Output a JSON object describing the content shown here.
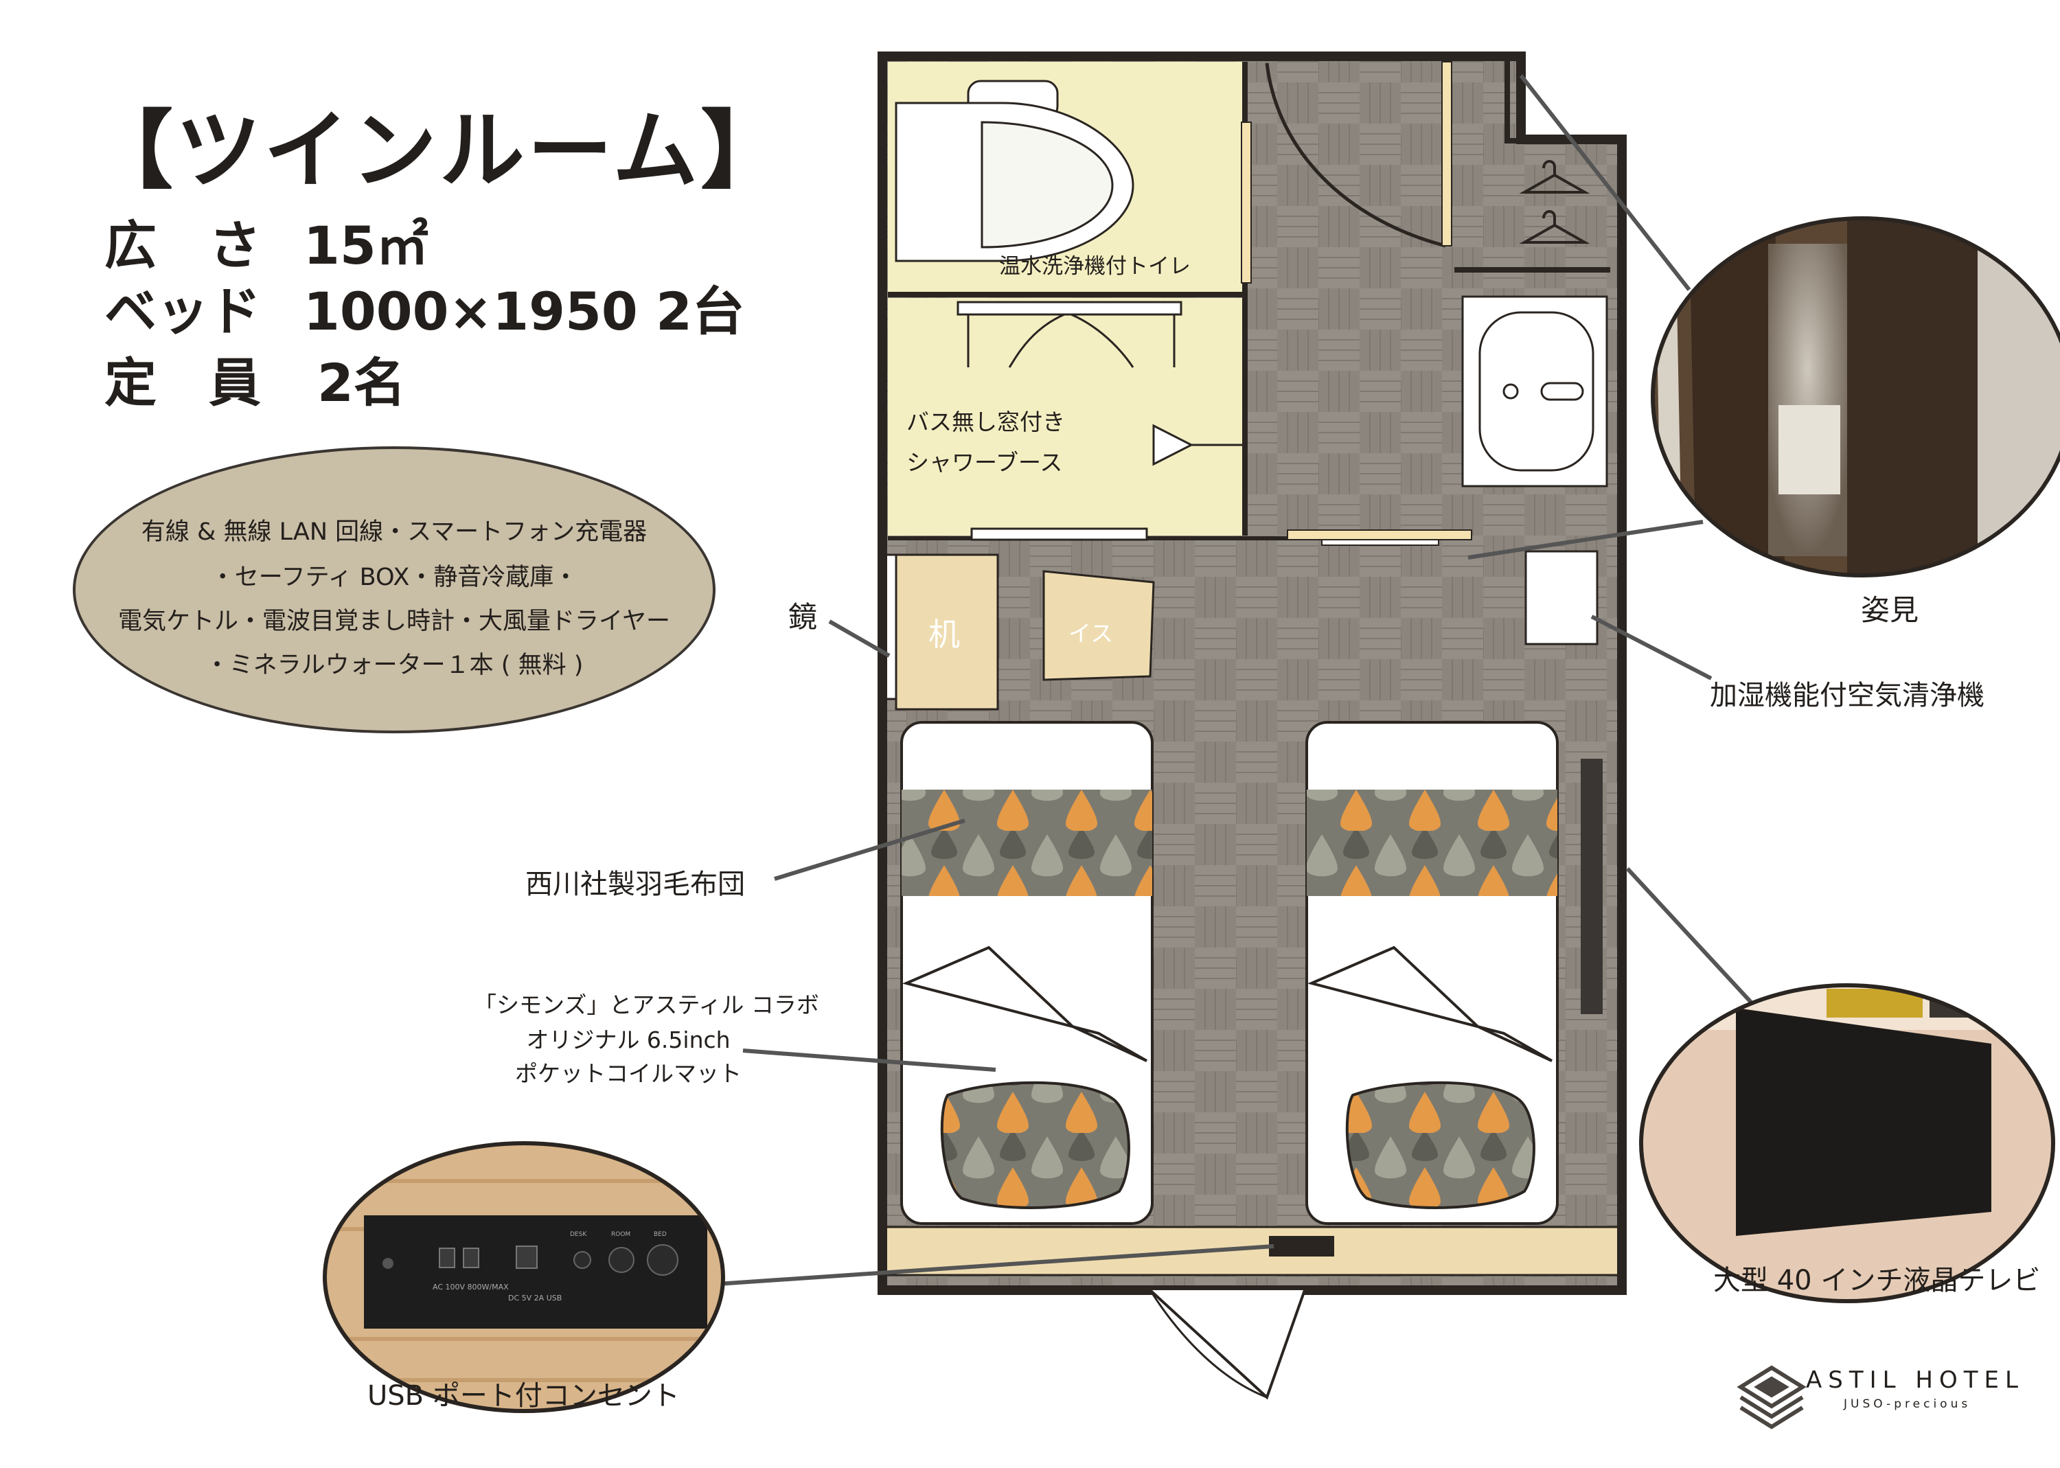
{
  "header": {
    "title": "【ツインルーム】",
    "specs": [
      {
        "label": "広　さ",
        "value": "15㎡"
      },
      {
        "label": "ベッド",
        "value": "1000×1950 2台"
      },
      {
        "label": "定　員",
        "value": "2名"
      }
    ]
  },
  "amenities": [
    "有線 & 無線 LAN 回線・スマートフォン充電器",
    "・セーフティ BOX・静音冷蔵庫・",
    "電気ケトル・電波目覚まし時計・大風量ドライヤー",
    "・ミネラルウォーター１本 ( 無料 )"
  ],
  "rooms": {
    "toilet": "温水洗浄機付トイレ",
    "shower_line1": "バス無し窓付き",
    "shower_line2": "シャワーブース",
    "desk": "机",
    "chair": "イス"
  },
  "callouts": {
    "mirror": "鏡",
    "duvet": "西川社製羽毛布団",
    "mattress_line1": "「シモンズ」とアスティル コラボ",
    "mattress_line2": "オリジナル 6.5inch",
    "mattress_line3": "ポケットコイルマット",
    "usb_outlet": "USB ポート付コンセント",
    "full_mirror": "姿見",
    "air_purifier": "加湿機能付空気清浄機",
    "tv": "大型 40 インチ液晶テレビ"
  },
  "outlet_panel": {
    "ac_label": "AC 100V 800W/MAX",
    "dc_label": "DC 5V 2A USB",
    "knob1": "DESK",
    "knob2": "ROOM",
    "knob3": "BED"
  },
  "brand": {
    "name": "ASTIL HOTEL",
    "sub": "JUSO-precious"
  },
  "colors": {
    "floor": "#8c857d",
    "wet_room": "#f4efc2",
    "wood": "#eedcb0",
    "wall": "#2a2521",
    "amenity_bg": "#c9bea6",
    "pattern_gray": "#9a9a8a",
    "pattern_orange": "#e59a48"
  }
}
